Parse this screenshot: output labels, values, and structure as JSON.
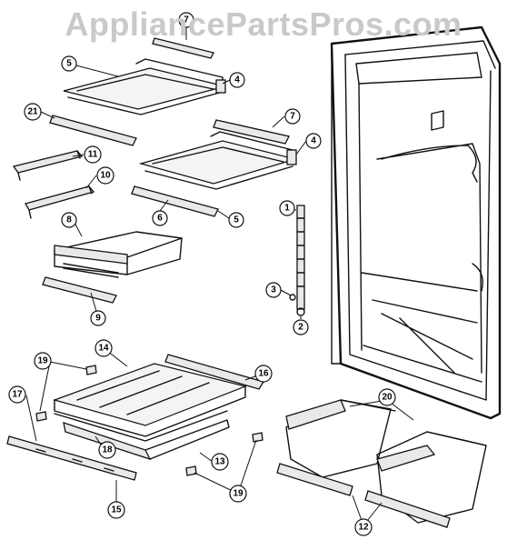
{
  "watermark": "AppliancePartsPros.com",
  "callouts": {
    "c1": "1",
    "c2": "2",
    "c3": "3",
    "c4a": "4",
    "c4b": "4",
    "c5a": "5",
    "c5b": "5",
    "c6": "6",
    "c7a": "7",
    "c7b": "7",
    "c8": "8",
    "c9": "9",
    "c10": "10",
    "c11": "11",
    "c12": "12",
    "c13": "13",
    "c14": "14",
    "c15": "15",
    "c16": "16",
    "c17": "17",
    "c18": "18",
    "c19a": "19",
    "c19b": "19",
    "c20": "20",
    "c21": "21"
  }
}
